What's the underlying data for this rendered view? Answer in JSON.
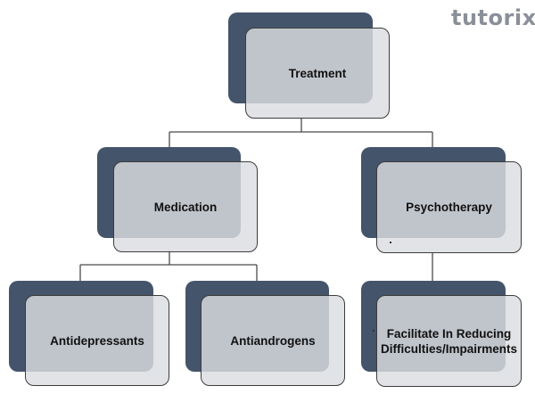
{
  "logo": {
    "text": "tutorix"
  },
  "nodes": {
    "treatment": "Treatment",
    "medication": "Medication",
    "psychotherapy": "Psychotherapy",
    "antidepressants": "Antidepressants",
    "antiandrogens": "Antiandrogens",
    "facilitate": "Facilitate In Reducing Difficulties/Impairments"
  },
  "colors": {
    "shadow_box": "#44546a",
    "front_box": "#dcdde0",
    "border": "#3d3d3d",
    "connector": "#4a4a4a"
  }
}
